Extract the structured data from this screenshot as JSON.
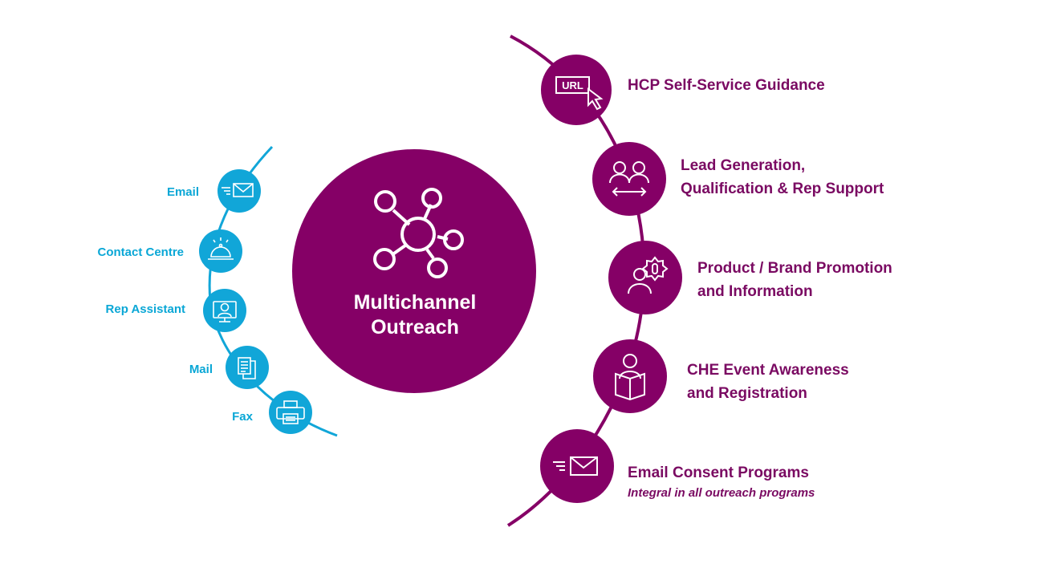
{
  "colors": {
    "purple": "#850066",
    "purple_text": "#7a0a62",
    "blue": "#11a6d8",
    "blue_text": "#0aa7d6",
    "white": "#ffffff"
  },
  "hub": {
    "line1": "Multichannel",
    "line2": "Outreach",
    "icon": "network-hub-icon"
  },
  "channels": [
    {
      "label": "Email",
      "icon": "email-icon"
    },
    {
      "label": "Contact Centre",
      "icon": "service-bell-icon"
    },
    {
      "label": "Rep Assistant",
      "icon": "video-rep-icon"
    },
    {
      "label": "Mail",
      "icon": "documents-icon"
    },
    {
      "label": "Fax",
      "icon": "printer-icon"
    }
  ],
  "services": [
    {
      "line1": "HCP Self-Service Guidance",
      "icon": "url-click-icon"
    },
    {
      "line1": "Lead Generation,",
      "line2": "Qualification  & Rep Support",
      "icon": "people-exchange-icon"
    },
    {
      "line1": "Product / Brand Promotion",
      "line2": "and Information",
      "icon": "person-badge-icon"
    },
    {
      "line1": "CHE  Event Awareness",
      "line2": "and Registration",
      "icon": "person-reading-icon"
    },
    {
      "line1": "Email  Consent Programs",
      "sub": "Integral in all outreach programs",
      "icon": "email-icon"
    }
  ]
}
